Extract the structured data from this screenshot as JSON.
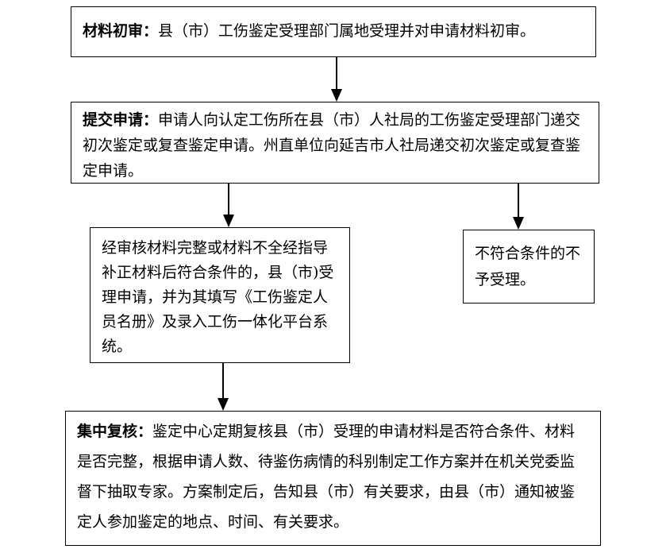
{
  "step1": {
    "title": "材料初审：",
    "text": "县（市）工伤鉴定受理部门属地受理并对申请材料初审。"
  },
  "step2": {
    "title": "提交申请：",
    "text": "申请人向认定工伤所在县（市）人社局的工伤鉴定受理部门递交初次鉴定或复查鉴定申请。州直单位向延吉市人社局递交初次鉴定或复查鉴定申请。"
  },
  "step3": {
    "text": "经审核材料完整或材料不全经指导补正材料后符合条件的，县（市)受理申请，并为其填写《工伤鉴定人员名册》及录入工伤一体化平台系统。"
  },
  "step3b": {
    "text": "不符合条件的不予受理。"
  },
  "step4": {
    "title": "集中复核：",
    "text": "鉴定中心定期复核县（市）受理的申请材料是否符合条件、材料是否完整，根据申请人数、待鉴伤病情的科别制定工作方案并在机关党委监督下抽取专家。方案制定后，告知县（市）有关要求，由县（市）通知被鉴定人参加鉴定的地点、时间、有关要求。"
  }
}
